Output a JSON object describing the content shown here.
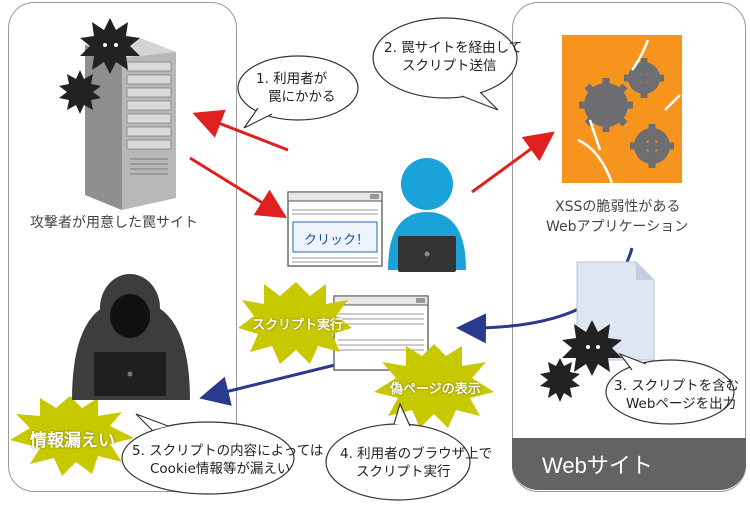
{
  "attacker_site_label": "攻撃者が用意した罠サイト",
  "web_app_label_line1": "XSSの脆弱性がある",
  "web_app_label_line2": "Webアプリケーション",
  "website_tag": "Webサイト",
  "click_button": "クリック！",
  "bubbles": {
    "step1_line1": "1. 利用者が",
    "step1_line2": "罠にかかる",
    "step2_line1": "2. 罠サイトを経由して",
    "step2_line2": "スクリプト送信",
    "step3_line1": "3. スクリプトを含む",
    "step3_line2": "Webページを出力",
    "step4_line1": "4. 利用者のブラウザ上で",
    "step4_line2": "スクリプト実行",
    "step5_line1": "5. スクリプトの内容によっては",
    "step5_line2": "Cookie情報等が漏えい"
  },
  "bursts": {
    "script_exec": "スクリプト実行",
    "fake_page": "偽ページの表示",
    "leak": "情報漏えい"
  },
  "colors": {
    "red_arrow": "#e0201e",
    "blue_arrow": "#2b3a8c",
    "burst_yellow": "#c8c800",
    "user_blue": "#1aa3d9",
    "orange": "#f7941d"
  }
}
